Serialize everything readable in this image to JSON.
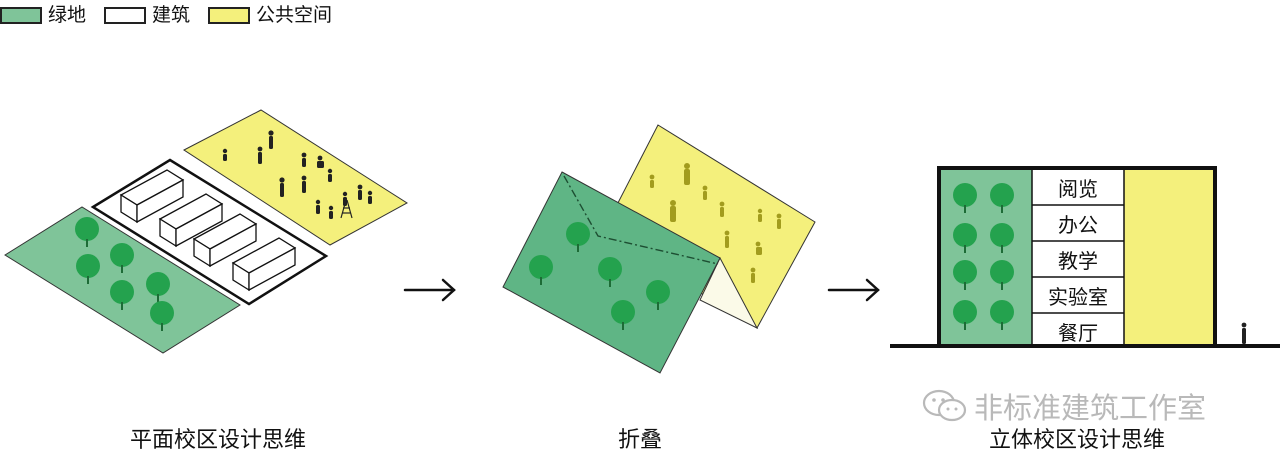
{
  "legend": [
    {
      "label": "绿地",
      "color": "#7fc499"
    },
    {
      "label": "建筑",
      "color": "#ffffff"
    },
    {
      "label": "公共空间",
      "color": "#f4f07c"
    }
  ],
  "captions": {
    "planar": "平面校区设计思维",
    "fold": "折叠",
    "vertical": "立体校区设计思维"
  },
  "rooms": [
    "阅览",
    "办公",
    "教学",
    "实验室",
    "餐厅"
  ],
  "watermark": "非标准建筑工作室",
  "colors": {
    "green": "#7fc499",
    "green_dark": "#5fb585",
    "yellow": "#f4f07c",
    "tree": "#24a24e",
    "stroke": "#111111"
  }
}
